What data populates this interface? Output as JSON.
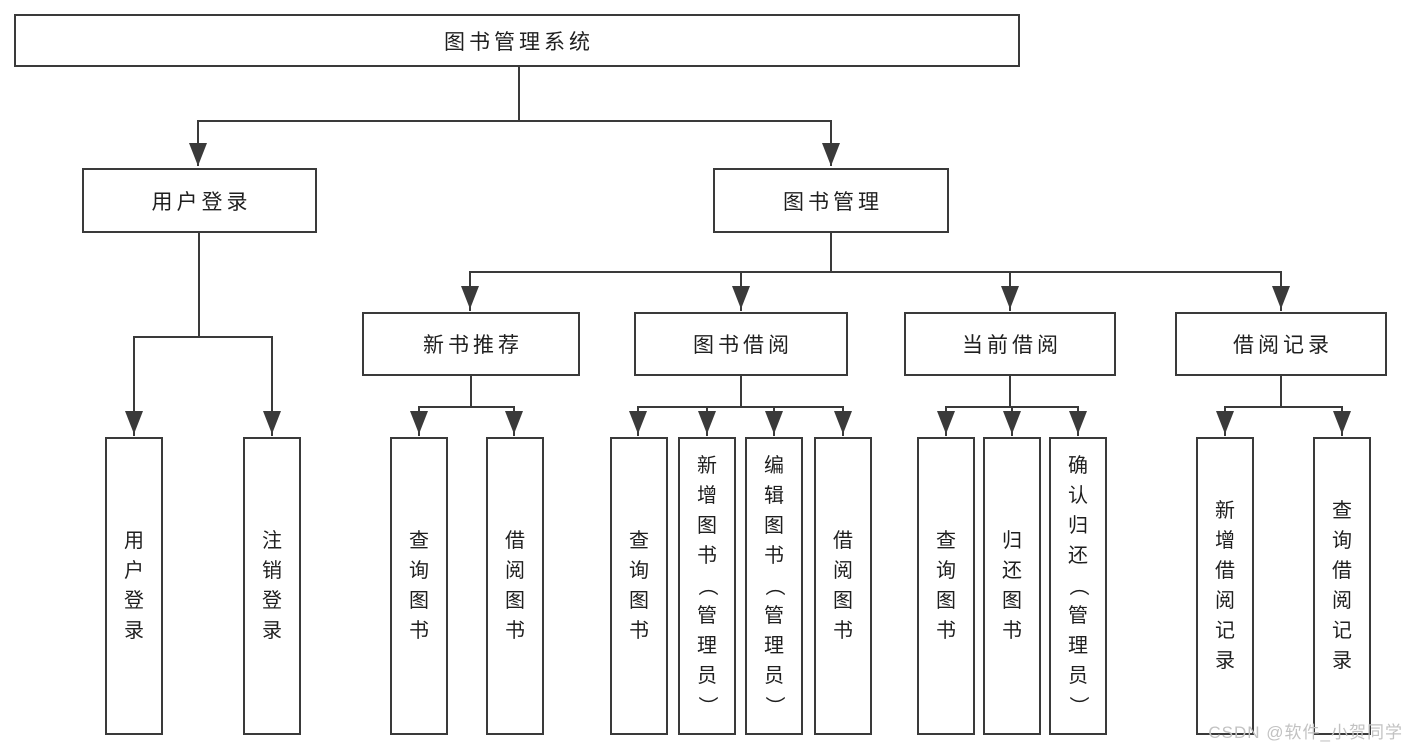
{
  "tree": {
    "root": {
      "label": "图书管理系统"
    },
    "branches": [
      {
        "label": "用户登录",
        "children": [
          {
            "label": "用户登录"
          },
          {
            "label": "注销登录"
          }
        ]
      },
      {
        "label": "图书管理",
        "sections": [
          {
            "label": "新书推荐",
            "children": [
              {
                "label": "查询图书"
              },
              {
                "label": "借阅图书"
              }
            ]
          },
          {
            "label": "图书借阅",
            "children": [
              {
                "label": "查询图书"
              },
              {
                "label": "新增图书（管理员）"
              },
              {
                "label": "编辑图书（管理员）"
              },
              {
                "label": "借阅图书"
              }
            ]
          },
          {
            "label": "当前借阅",
            "children": [
              {
                "label": "查询图书"
              },
              {
                "label": "归还图书"
              },
              {
                "label": "确认归还（管理员）"
              }
            ]
          },
          {
            "label": "借阅记录",
            "children": [
              {
                "label": "新增借阅记录"
              },
              {
                "label": "查询借阅记录"
              }
            ]
          }
        ]
      }
    ]
  },
  "watermark": {
    "text": "CSDN @软件_小贺同学"
  },
  "colors": {
    "line": "#3a3a3a",
    "text": "#1f1f1f",
    "watermark": "#c2c2c2",
    "background": "#ffffff"
  }
}
